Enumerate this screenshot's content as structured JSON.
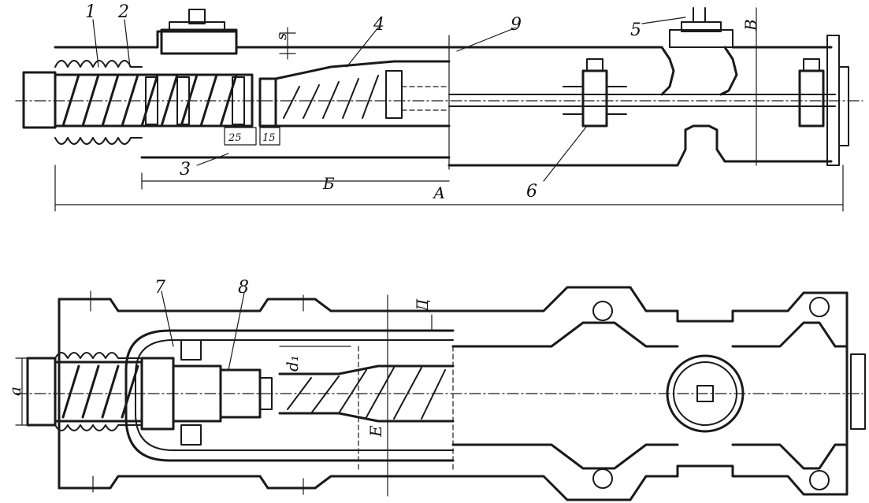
{
  "figure": {
    "top_view": {
      "part_labels": [
        "1",
        "2",
        "3",
        "4",
        "5",
        "6",
        "9"
      ],
      "dimension_labels": {
        "s": "s",
        "b": "Б",
        "a": "А",
        "v": "В",
        "d25": "25",
        "d15": "15"
      }
    },
    "bottom_view": {
      "part_labels": [
        "7",
        "8"
      ],
      "dimension_labels": {
        "a_lower": "a",
        "d_upper": "Д",
        "d1": "d₁",
        "e": "Е"
      }
    }
  }
}
